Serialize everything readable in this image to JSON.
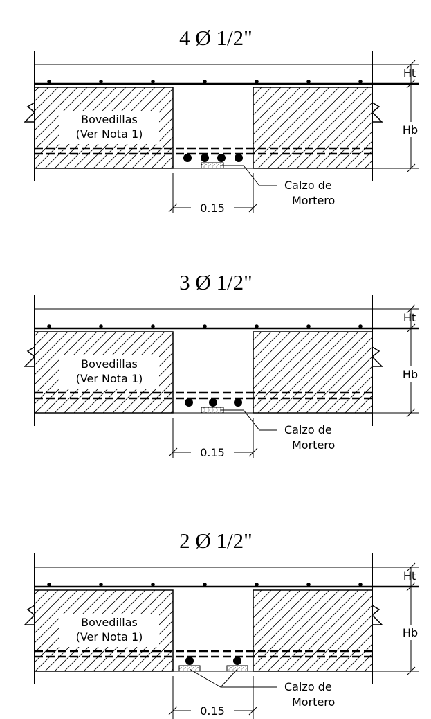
{
  "sections": [
    {
      "title": "4 Ø 1/2\"",
      "bar_count": 4,
      "block_label_line1": "Bovedillas",
      "block_label_line2": "(Ver Nota 1)",
      "top_dim": "Ht",
      "side_dim": "Hb",
      "spacer_line1": "Calzo de",
      "spacer_line2": "Mortero",
      "width_dim": "0.15"
    },
    {
      "title": "3 Ø 1/2\"",
      "bar_count": 3,
      "block_label_line1": "Bovedillas",
      "block_label_line2": "(Ver Nota 1)",
      "top_dim": "Ht",
      "side_dim": "Hb",
      "spacer_line1": "Calzo de",
      "spacer_line2": "Mortero",
      "width_dim": "0.15"
    },
    {
      "title": "2 Ø 1/2\"",
      "bar_count": 2,
      "block_label_line1": "Bovedillas",
      "block_label_line2": "(Ver Nota 1)",
      "top_dim": "Ht",
      "side_dim": "Hb",
      "spacer_line1": "Calzo de",
      "spacer_line2": "Mortero",
      "width_dim": "0.15"
    }
  ]
}
